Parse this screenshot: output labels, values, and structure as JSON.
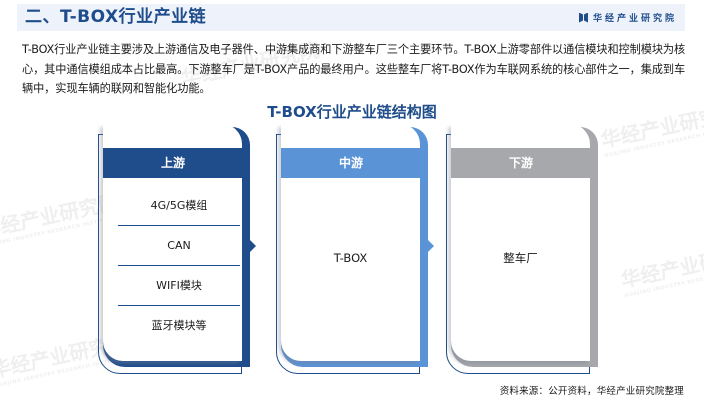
{
  "header": {
    "title": "二、T-BOX行业产业链",
    "brand": "华经产业研究院",
    "brand_icon": "book-logo-icon",
    "background": "#eef3fb",
    "accent": "#1f4d8c"
  },
  "intro": {
    "text": "T-BOX行业产业链主要涉及上游通信及电子器件、中游集成商和下游整车厂三个主要环节。T-BOX上游零部件以通信模块和控制模块为核心，其中通信模组成本占比最高。下游整车厂是T-BOX产品的最终用户。这些整车厂将T-BOX作为车联网系统的核心部件之一，集成到车辆中，实现车辆的联网和智能化功能。"
  },
  "diagram": {
    "title": "T-BOX行业产业链结构图",
    "panels": [
      {
        "label": "上游",
        "color": "#1f4d8c",
        "items": [
          "4G/5G模组",
          "CAN",
          "WIFI模块",
          "蓝牙模块等"
        ]
      },
      {
        "label": "中游",
        "color": "#5b94d6",
        "content": "T-BOX"
      },
      {
        "label": "下游",
        "color": "#a6a8ab",
        "content": "整车厂"
      }
    ]
  },
  "watermark": {
    "cn": "华经产业研究院",
    "en": "HUAJING INDUSTRY RESEARCH INSTITUTE"
  },
  "footer": {
    "source": "资料来源：公开资料，华经产业研究院整理"
  }
}
